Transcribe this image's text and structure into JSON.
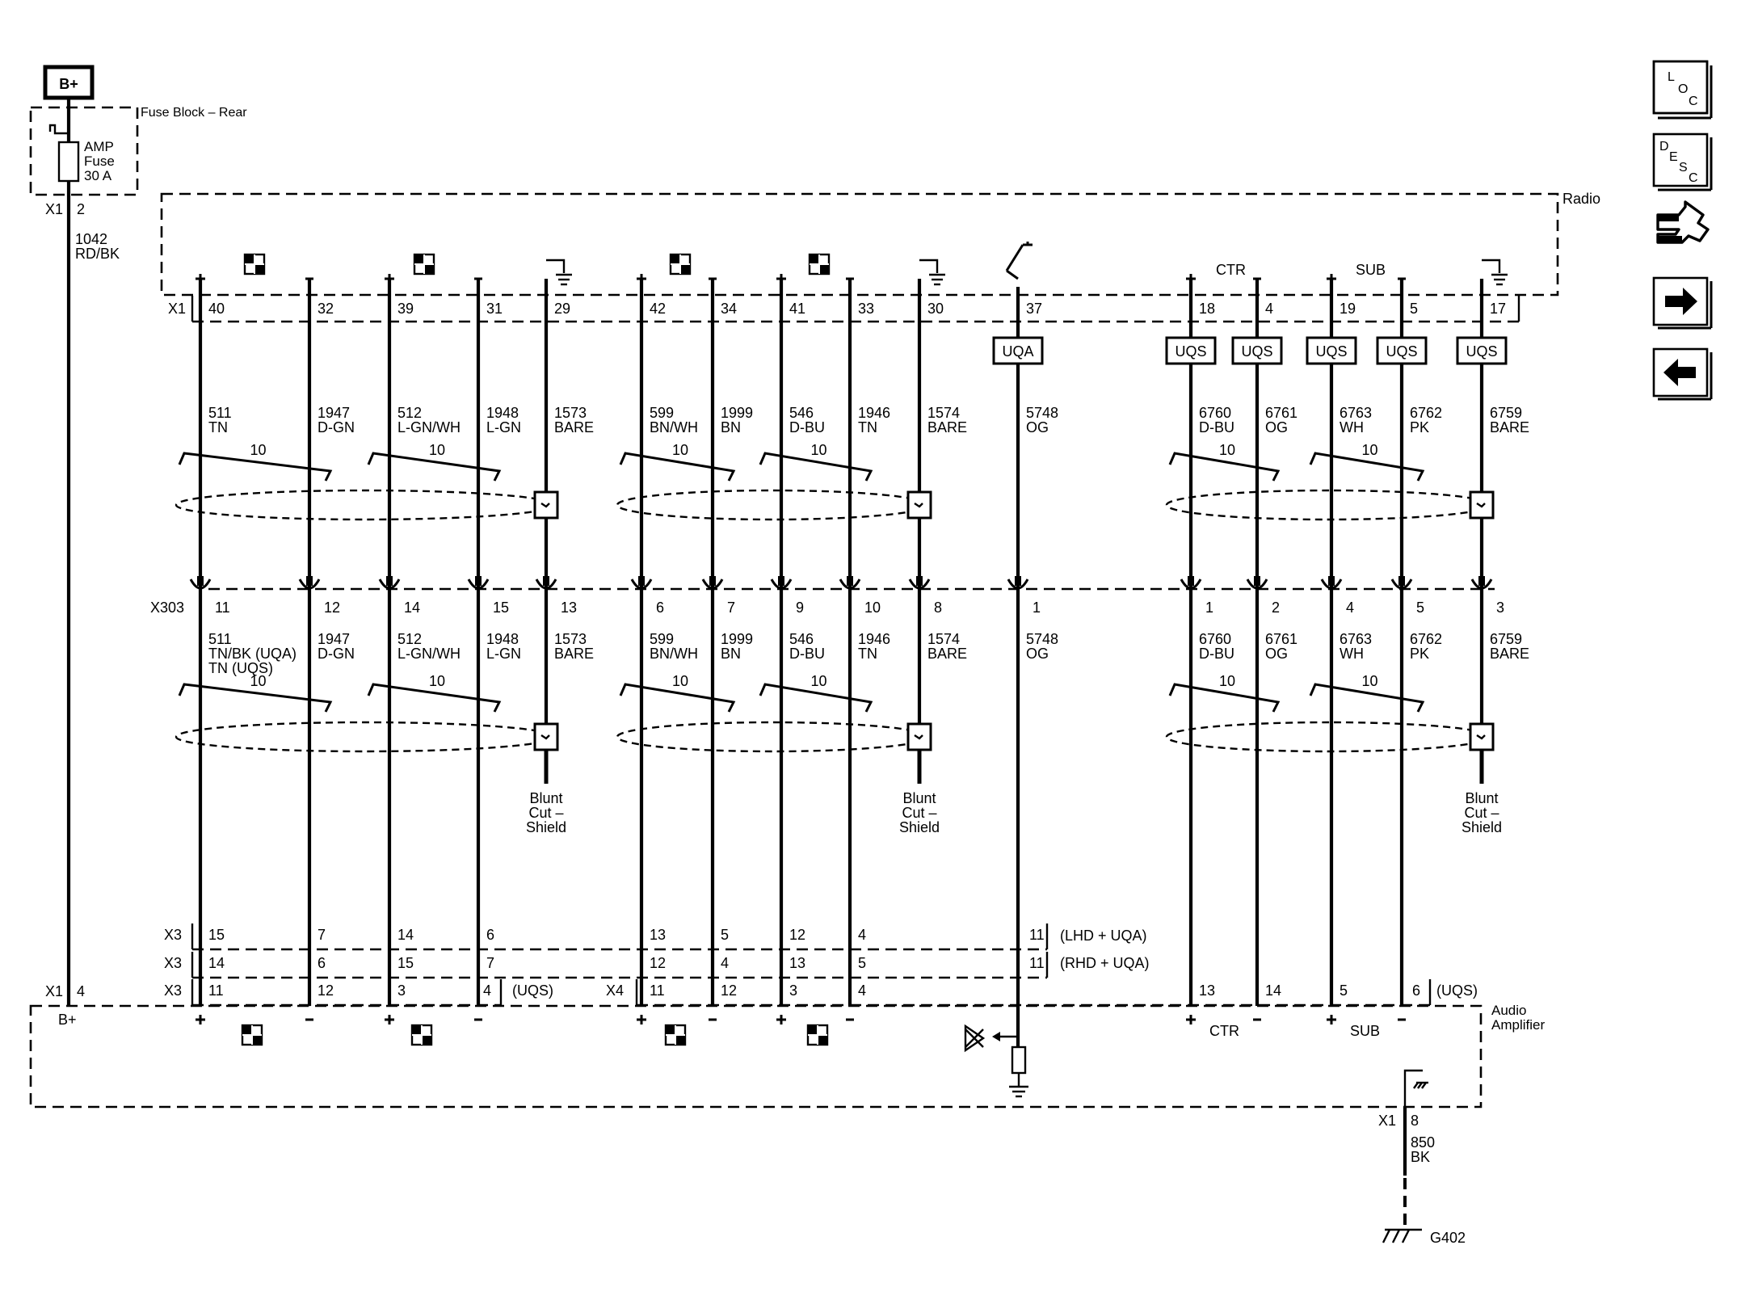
{
  "supply": {
    "bplus_label": "B+",
    "fuse_block_label": "Fuse Block – Rear",
    "fuse_line1": "AMP",
    "fuse_line2": "Fuse",
    "fuse_line3": "30 A",
    "x1_top": "X1",
    "x1_top_pin": "2",
    "wire_num": "1042",
    "wire_color": "RD/BK",
    "x1_bottom": "X1",
    "x1_bottom_pin": "4"
  },
  "radio": {
    "label": "Radio",
    "connector": "X1",
    "ctr_label": "CTR",
    "sub_label": "SUB",
    "pins": [
      "40",
      "32",
      "39",
      "31",
      "29",
      "42",
      "34",
      "41",
      "33",
      "30",
      "37",
      "18",
      "4",
      "19",
      "5",
      "17"
    ]
  },
  "options": {
    "uqa": "UQA",
    "uqs": "UQS"
  },
  "wires_upper": [
    {
      "num": "511",
      "color": "TN"
    },
    {
      "num": "1947",
      "color": "D-GN"
    },
    {
      "num": "512",
      "color": "L-GN/WH"
    },
    {
      "num": "1948",
      "color": "L-GN"
    },
    {
      "num": "1573",
      "color": "BARE"
    },
    {
      "num": "599",
      "color": "BN/WH"
    },
    {
      "num": "1999",
      "color": "BN"
    },
    {
      "num": "546",
      "color": "D-BU"
    },
    {
      "num": "1946",
      "color": "TN"
    },
    {
      "num": "1574",
      "color": "BARE"
    },
    {
      "num": "5748",
      "color": "OG"
    },
    {
      "num": "6760",
      "color": "D-BU"
    },
    {
      "num": "6761",
      "color": "OG"
    },
    {
      "num": "6763",
      "color": "WH"
    },
    {
      "num": "6762",
      "color": "PK"
    },
    {
      "num": "6759",
      "color": "BARE"
    }
  ],
  "twist_label": "10",
  "x303": {
    "label": "X303",
    "pins": [
      "11",
      "12",
      "14",
      "15",
      "13",
      "6",
      "7",
      "9",
      "10",
      "8",
      "1",
      "1",
      "2",
      "4",
      "5",
      "3"
    ]
  },
  "wires_lower": [
    {
      "num": "511",
      "color": "TN/BK (UQA)",
      "color2": "TN (UQS)"
    },
    {
      "num": "1947",
      "color": "D-GN"
    },
    {
      "num": "512",
      "color": "L-GN/WH"
    },
    {
      "num": "1948",
      "color": "L-GN"
    },
    {
      "num": "1573",
      "color": "BARE"
    },
    {
      "num": "599",
      "color": "BN/WH"
    },
    {
      "num": "1999",
      "color": "BN"
    },
    {
      "num": "546",
      "color": "D-BU"
    },
    {
      "num": "1946",
      "color": "TN"
    },
    {
      "num": "1574",
      "color": "BARE"
    },
    {
      "num": "5748",
      "color": "OG"
    },
    {
      "num": "6760",
      "color": "D-BU"
    },
    {
      "num": "6761",
      "color": "OG"
    },
    {
      "num": "6763",
      "color": "WH"
    },
    {
      "num": "6762",
      "color": "PK"
    },
    {
      "num": "6759",
      "color": "BARE"
    }
  ],
  "blunt_cut": {
    "line1": "Blunt",
    "line2": "Cut –",
    "line3": "Shield"
  },
  "amp_connectors": {
    "row1": {
      "conn": "X3",
      "pins": [
        "15",
        "7",
        "14",
        "6",
        "13",
        "5",
        "12",
        "4",
        "11"
      ],
      "note": "(LHD + UQA)"
    },
    "row2": {
      "conn": "X3",
      "pins": [
        "14",
        "6",
        "15",
        "7",
        "12",
        "4",
        "13",
        "5",
        "11"
      ],
      "note": "(RHD + UQA)"
    },
    "row3": {
      "conn": "X3",
      "pins": [
        "11",
        "12",
        "3",
        "4"
      ],
      "note": "(UQS)"
    },
    "row4": {
      "conn": "X4",
      "pins": [
        "11",
        "12",
        "3",
        "4",
        "13",
        "14",
        "5",
        "6"
      ],
      "note": "(UQS)"
    }
  },
  "amplifier": {
    "label_line1": "Audio",
    "label_line2": "Amplifier",
    "bplus": "B+",
    "ctr_label": "CTR",
    "sub_label": "SUB"
  },
  "ground": {
    "connector": "X1",
    "pin": "8",
    "wire_num": "850",
    "wire_color": "BK",
    "ground_id": "G402"
  },
  "nav": {
    "loc": {
      "c1": "L",
      "c2": "O",
      "c3": "C"
    },
    "desc": {
      "c1": "D",
      "c2": "E",
      "c3": "S",
      "c4": "C"
    }
  }
}
